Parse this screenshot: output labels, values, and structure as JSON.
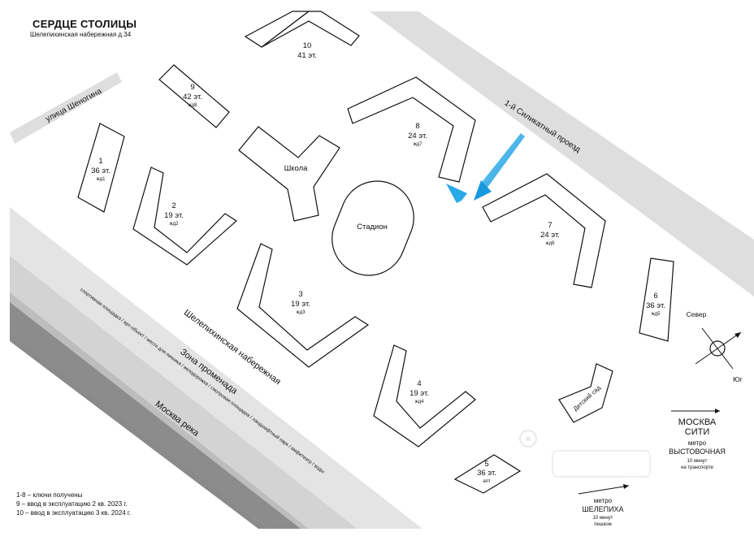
{
  "header": {
    "title": "СЕРДЦЕ СТОЛИЦЫ",
    "subtitle": "Шелепихинская набережная д.34"
  },
  "streets": {
    "shenogina": "улица Шеногина",
    "silikatny": "1-й Силикатный проезд",
    "embankment": "Шелепихинская набережная",
    "promenade_zone": "Зона променада",
    "promenade_desc": "спортивная площадка / арт-объект / место для пикника / велодорожка / смотровая площадка / ландшафтный парк / амфитеатр / воды",
    "river": "Москва река"
  },
  "buildings": [
    {
      "num": "1",
      "floors": "36 эт.",
      "code": "жд1"
    },
    {
      "num": "2",
      "floors": "19 эт.",
      "code": "жд2"
    },
    {
      "num": "3",
      "floors": "19 эт.",
      "code": "жд3"
    },
    {
      "num": "4",
      "floors": "19 эт.",
      "code": "жд4"
    },
    {
      "num": "5",
      "floors": "36 эт.",
      "code": "апт"
    },
    {
      "num": "6",
      "floors": "36 эт.",
      "code": "жд5"
    },
    {
      "num": "7",
      "floors": "24 эт.",
      "code": "жд6"
    },
    {
      "num": "8",
      "floors": "24 эт.",
      "code": "жд7"
    },
    {
      "num": "9",
      "floors": "42 эт.",
      "code": "жд8"
    },
    {
      "num": "10",
      "floors": "41 эт.",
      "code": ""
    }
  ],
  "facilities": {
    "school": "Школа",
    "stadium": "Стадион",
    "kindergarten": "Детский сад"
  },
  "compass": {
    "north": "Север",
    "south": "Юг"
  },
  "transport": {
    "city_line1": "МОСКВА",
    "city_line2": "СИТИ",
    "metro_vyst_label": "метро",
    "metro_vyst_name": "ВЫСТОВОЧНАЯ",
    "metro_vyst_time1": "10 минут",
    "metro_vyst_time2": "на транспорте",
    "metro_shel_label": "метро",
    "metro_shel_name": "ШЕЛЕПИХА",
    "metro_shel_time1": "10 минут",
    "metro_shel_time2": "пешком"
  },
  "legend": {
    "line1": "1-8 – ключи получены",
    "line2": "9 – ввод в эксплуатацию 2 кв. 2023 г.",
    "line3": "10 – ввод в эксплуатацию 3 кв. 2024 г."
  },
  "colors": {
    "road": "#dedede",
    "river": "#8a8a8a",
    "promenade": "#d9d9d9",
    "arrow": "#29a9e8"
  }
}
